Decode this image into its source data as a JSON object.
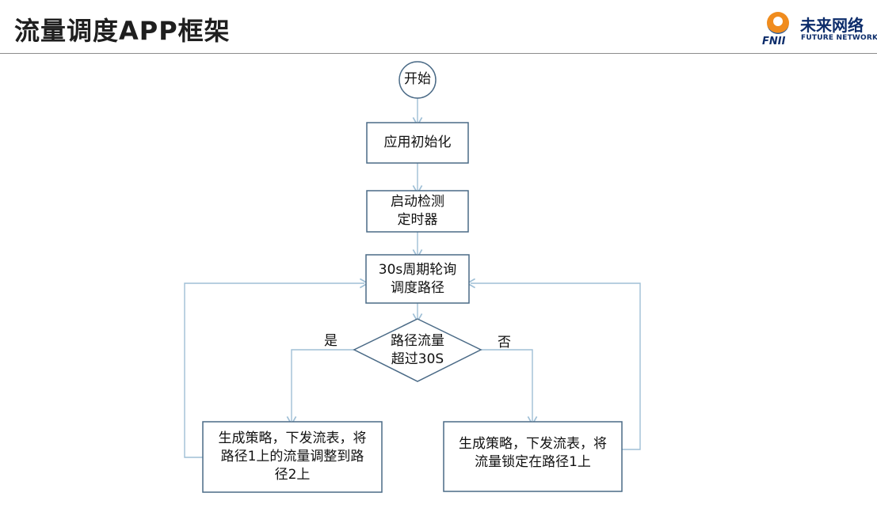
{
  "header": {
    "title": "流量调度APP框架",
    "logo": {
      "chinese": "未来网络",
      "english": "FUTURE NETWORKS",
      "abbr": "FNII"
    }
  },
  "flowchart": {
    "start": "开始",
    "init": "应用初始化",
    "timer": [
      "启动检测",
      "定时器"
    ],
    "poll": [
      "30s周期轮询",
      "调度路径"
    ],
    "decision": [
      "路径流量",
      "超过30S"
    ],
    "yes_label": "是",
    "no_label": "否",
    "yes_action": [
      "生成策略，下发流表，将",
      "路径1上的流量调整到路",
      "径2上"
    ],
    "no_action": [
      "生成策略，下发流表，将",
      "流量锁定在路径1上"
    ]
  },
  "colors": {
    "node_border": "#4a6a86",
    "connector": "#9fbfd6",
    "title": "#1f1f1f",
    "logo_text": "#0d2d6b",
    "logo_orange": "#f08c1e",
    "logo_blue": "#1d5ca8"
  }
}
